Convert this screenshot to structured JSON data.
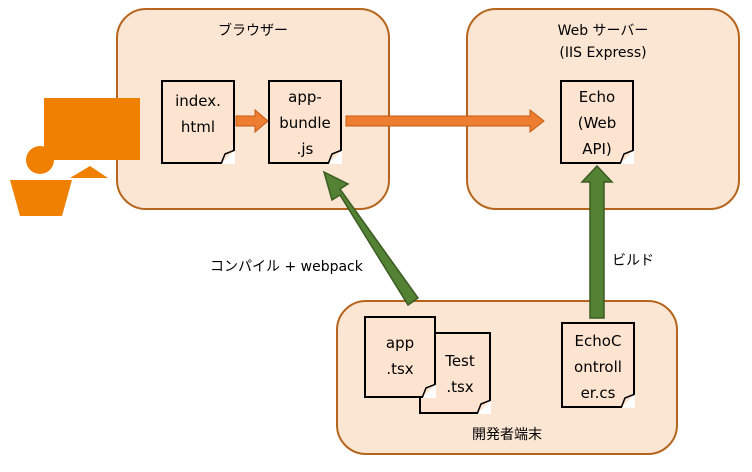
{
  "panels": {
    "browser": {
      "title": "ブラウザー"
    },
    "web_server": {
      "title": "Web サーバー\n(IIS Express)"
    },
    "dev_machine": {
      "title": "開発者端末"
    }
  },
  "docs": {
    "index_html": "index.\nhtml",
    "app_bundle": "app-\nbundle\n.js",
    "echo_api": "Echo\n(Web\nAPI)",
    "app_tsx": "app\n.tsx",
    "test_tsx": "Test\n.tsx",
    "echo_controller": "EchoC\nontroll\ner.cs"
  },
  "labels": {
    "compile": "コンパイル + webpack",
    "build": "ビルド"
  },
  "colors": {
    "panel_fill": "#fbe5d3",
    "panel_border": "#b5651d",
    "doc_fill": "#fce4d0",
    "orange_arrow": "#ed7d31",
    "green_arrow": "#548235",
    "user_icon": "#f08000"
  }
}
